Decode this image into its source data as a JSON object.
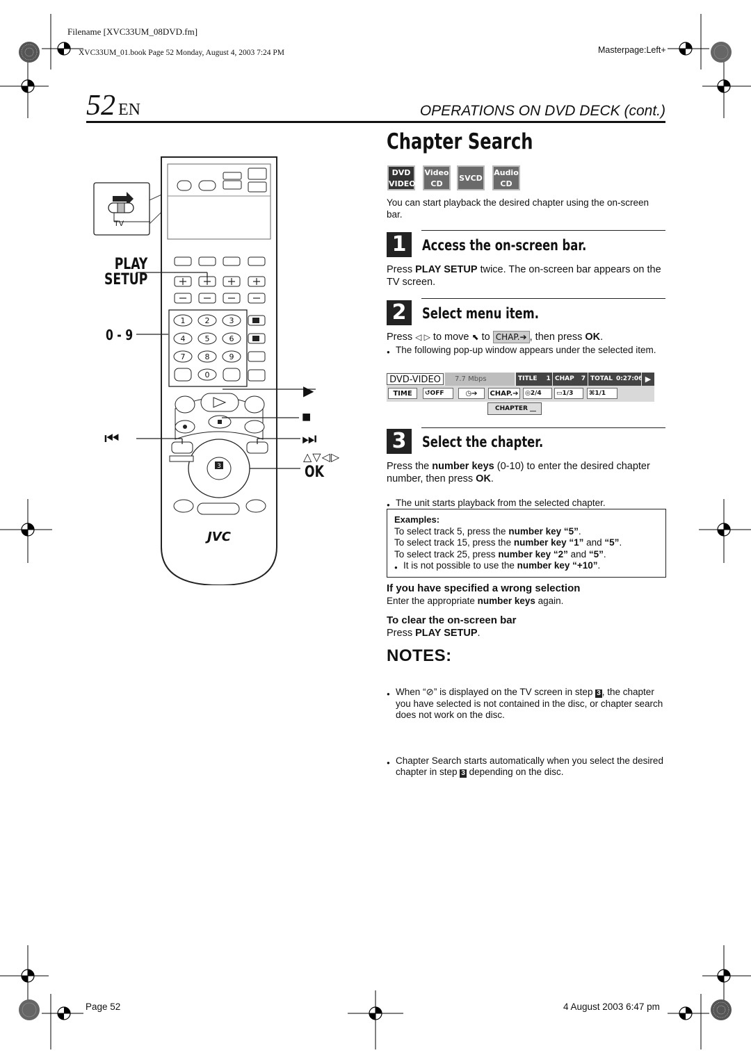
{
  "header": {
    "filename": "Filename [XVC33UM_08DVD.fm]",
    "book_line": "XVC33UM_01.book Page 52 Monday, August 4, 2003 7:24 PM",
    "masterpage": "Masterpage:Left+",
    "page_number": "52",
    "page_suffix": "EN",
    "section_title": "OPERATIONS ON DVD DECK (cont.)"
  },
  "title": "Chapter Search",
  "disc_logos": [
    {
      "top": "DVD",
      "bottom": "VIDEO"
    },
    {
      "top": "Video",
      "bottom": "CD"
    },
    {
      "top": "SVCD",
      "bottom": ""
    },
    {
      "top": "Audio",
      "bottom": "CD"
    }
  ],
  "intro": "You can start playback the desired chapter using the on-screen bar.",
  "steps": [
    {
      "num": "1",
      "title": "Access the on-screen bar."
    },
    {
      "num": "2",
      "title": "Select menu item."
    },
    {
      "num": "3",
      "title": "Select the chapter."
    }
  ],
  "step1_text": {
    "a": "Press ",
    "b": "PLAY SETUP",
    "c": " twice. The on-screen bar appears on the TV screen."
  },
  "step2_text": {
    "a": "Press ",
    "arrows": "◁ ▷",
    "b": " to move ",
    "c": " to ",
    "chap": "CHAP.➔",
    "d": ", then press ",
    "ok": "OK",
    "e": "."
  },
  "step2_bullet": "The following pop-up window appears under the selected item.",
  "osd": {
    "dvd_video": "DVD-VIDEO",
    "rate": "7.7 Mbps",
    "title_label": "TITLE",
    "title_val": "1",
    "chap_label": "CHAP",
    "chap_val": "7",
    "total_label": "TOTAL",
    "total_val": "0:27:06",
    "time": "TIME",
    "off": "OFF",
    "chap_btn": "CHAP.➔",
    "audio": "2/4",
    "subtitle": "1/3",
    "angle": "1/1",
    "popup": "CHAPTER __"
  },
  "step3_text": {
    "a": "Press the ",
    "b": "number keys",
    "c": " (0-10) to enter the desired chapter number, then press ",
    "d": "OK",
    "e": "."
  },
  "step3_bullet": "The unit starts playback from the selected chapter.",
  "examples": {
    "heading": "Examples:",
    "lines": [
      {
        "a": "To select track 5, press the ",
        "b": "number key “5”",
        "c": "."
      },
      {
        "a": "To select track 15, press the ",
        "b": "number key “1”",
        "c": " and ",
        "d": "“5”",
        "e": "."
      },
      {
        "a": "To select track 25, press ",
        "b": "number key “2”",
        "c": " and ",
        "d": "“5”",
        "e": "."
      }
    ],
    "bullet": {
      "a": "It is not possible to use the ",
      "b": "number key “+10”",
      "c": "."
    }
  },
  "wrong": {
    "heading": "If you have specified a wrong selection",
    "a": "Enter the appropriate ",
    "b": "number keys",
    "c": " again."
  },
  "clear": {
    "heading": "To clear the on-screen bar",
    "a": "Press ",
    "b": "PLAY SETUP",
    "c": "."
  },
  "notes": {
    "heading": "NOTES:",
    "items": [
      {
        "a": "When “",
        "sym": "⊘",
        "b": "” is displayed on the TV screen in step ",
        "step": "3",
        "c": ", the chapter you have selected is not contained in the disc, or chapter search does not work on the disc."
      },
      {
        "a": "Chapter Search starts automatically when you select the desired chapter in step ",
        "step": "3",
        "c": " depending on the disc."
      }
    ]
  },
  "remote": {
    "tv": "TV",
    "play_setup_1": "PLAY",
    "play_setup_2": "SETUP",
    "zero_nine": "0 - 9",
    "keys": [
      "1",
      "2",
      "3",
      "4",
      "5",
      "6",
      "7",
      "8",
      "9",
      "0"
    ],
    "brand": "JVC",
    "ok": "OK",
    "play_sym": "▶",
    "stop_sym": "■",
    "prev_sym": "⏮",
    "next_sym": "⏭",
    "arrows": "△▽◁▷",
    "center": "3"
  },
  "footer": {
    "page": "Page 52",
    "date": "4 August 2003 6:47 pm"
  }
}
